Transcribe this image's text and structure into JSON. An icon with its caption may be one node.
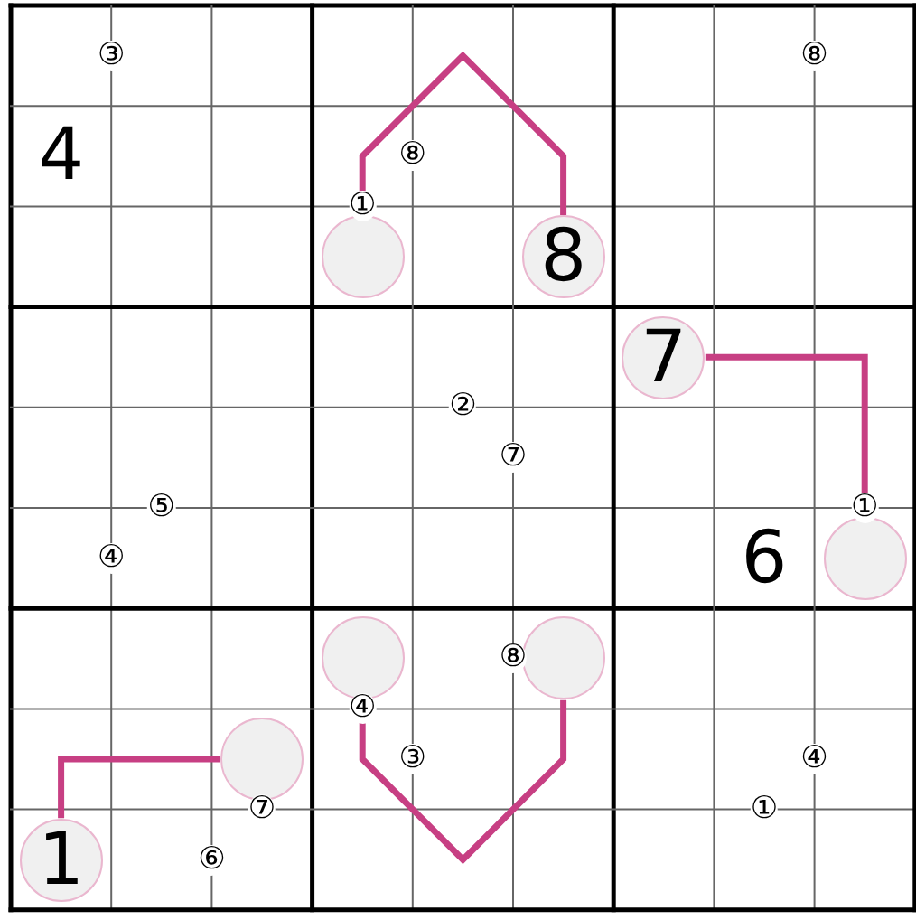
{
  "diagram": {
    "nodes": [
      {
        "text": [],
        "shape": "circle"
      },
      {
        "text": [
          "8"
        ]
      },
      {
        "text": [
          "7"
        ]
      },
      {
        "text": [],
        "shape": "circle"
      },
      {
        "text": [],
        "shape": "circle"
      },
      {
        "text": [],
        "shape": "circle"
      },
      {
        "text": [],
        "shape": "circle"
      },
      {
        "text": [
          "1"
        ]
      }
    ],
    "edges": [
      {
        "from": 0,
        "to": 1,
        "arrow": "none"
      },
      {
        "from": 2,
        "to": 3,
        "arrow": "none"
      },
      {
        "from": 4,
        "to": 5,
        "arrow": "none"
      },
      {
        "from": 7,
        "to": 6,
        "arrow": "none"
      }
    ],
    "labels": [
      "③",
      "⑧",
      "4",
      "⑧",
      "①",
      "②",
      "⑦",
      "⑤",
      "①",
      "④",
      "6",
      "⑧",
      "④",
      "③",
      "④",
      "⑦",
      "①",
      "⑥"
    ]
  }
}
